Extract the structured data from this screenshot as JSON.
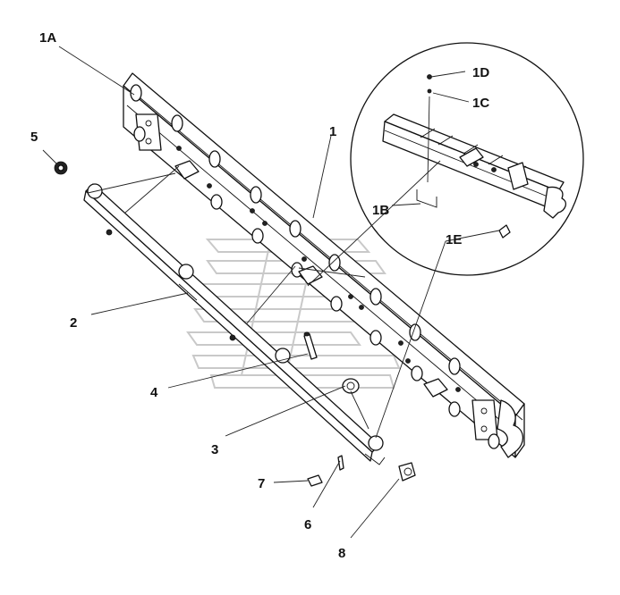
{
  "callouts": {
    "c1A": "1A",
    "c1": "1",
    "c1B": "1B",
    "c1C": "1C",
    "c1D": "1D",
    "c1E": "1E",
    "c2": "2",
    "c3": "3",
    "c4": "4",
    "c5": "5",
    "c6": "6",
    "c7": "7",
    "c8": "8"
  },
  "colors": {
    "line": "#111111",
    "watermark": "#c9c9c9",
    "background": "#ffffff"
  }
}
